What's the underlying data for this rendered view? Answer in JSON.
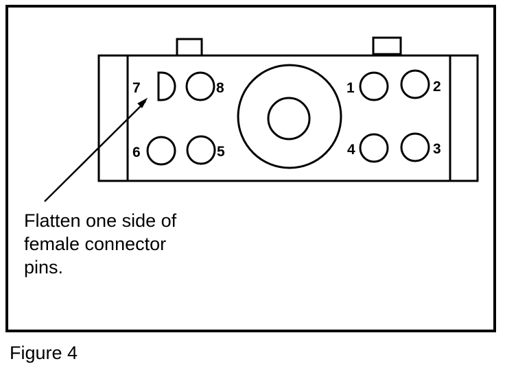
{
  "connector": {
    "pins": [
      {
        "label": "7",
        "flattened": true
      },
      {
        "label": "8",
        "flattened": false
      },
      {
        "label": "1",
        "flattened": false
      },
      {
        "label": "2",
        "flattened": false
      },
      {
        "label": "6",
        "flattened": false
      },
      {
        "label": "5",
        "flattened": false
      },
      {
        "label": "4",
        "flattened": false
      },
      {
        "label": "3",
        "flattened": false
      }
    ]
  },
  "note": {
    "lines": [
      "Flatten one side of",
      "female connector",
      "pins."
    ]
  },
  "caption": "Figure 4",
  "colors": {
    "stroke": "#000000",
    "background": "#ffffff"
  }
}
